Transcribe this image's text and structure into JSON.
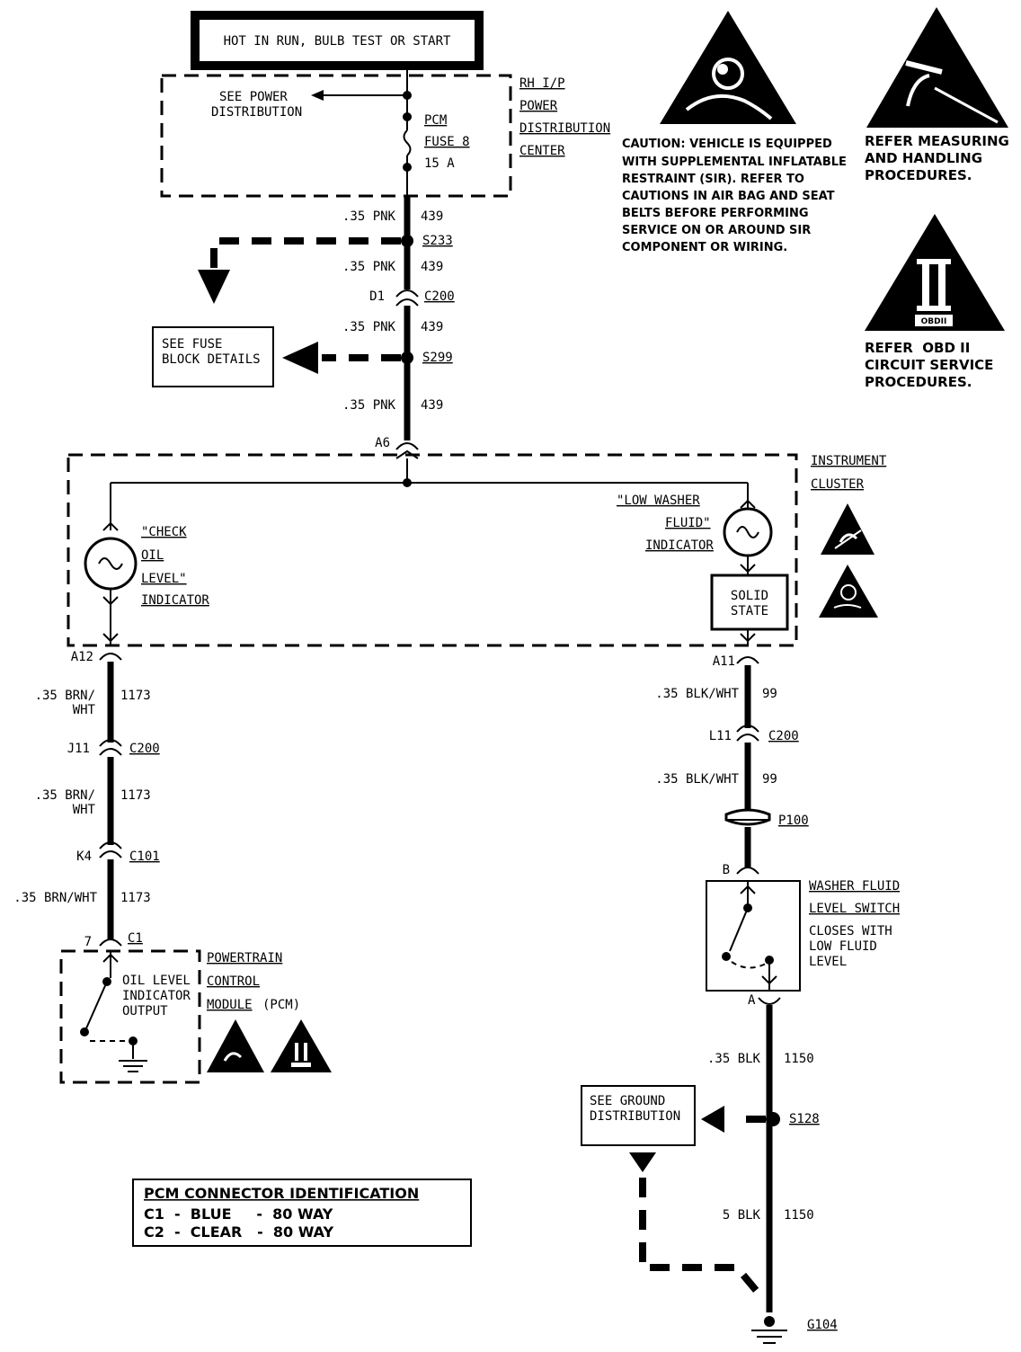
{
  "header": {
    "power_label": "HOT IN RUN, BULB TEST OR START"
  },
  "fuse_block": {
    "see_power_1": "SEE POWER",
    "see_power_2": "DISTRIBUTION",
    "fuse_1": "PCM",
    "fuse_2": "FUSE 8",
    "fuse_3": "15 A",
    "name_1": "RH I/P",
    "name_2": "POWER",
    "name_3": "DISTRIBUTION",
    "name_4": "CENTER"
  },
  "wires": {
    "w439_gauge": ".35 PNK",
    "w439_num": "439",
    "w1173_gauge_a": ".35 BRN/",
    "w1173_gauge_b": "WHT",
    "w1173_gauge_c": ".35 BRN/WHT",
    "w1173_num": "1173",
    "w99_gauge": ".35 BLK/WHT",
    "w99_num": "99",
    "w1150_gauge_a": ".35 BLK",
    "w1150_gauge_b": "5 BLK",
    "w1150_num": "1150"
  },
  "splices": {
    "s233": "S233",
    "s299": "S299",
    "s128": "S128"
  },
  "connectors": {
    "d1": "D1",
    "c200": "C200",
    "a6": "A6",
    "a12": "A12",
    "a11": "A11",
    "j11": "J11",
    "l11": "L11",
    "k4": "K4",
    "c101": "C101",
    "pin7": "7",
    "c1": "C1",
    "p100": "P100",
    "b": "B",
    "a": "A",
    "g104": "G104"
  },
  "fuse_details": {
    "line1": "SEE FUSE",
    "line2": "BLOCK DETAILS"
  },
  "cluster": {
    "name_1": "INSTRUMENT",
    "name_2": "CLUSTER",
    "check_oil_1": "\"CHECK",
    "check_oil_2": "OIL",
    "check_oil_3": "LEVEL\"",
    "check_oil_4": "INDICATOR",
    "low_washer_1": "\"LOW WASHER",
    "low_washer_2": "FLUID\"",
    "low_washer_3": "INDICATOR",
    "solid_1": "SOLID",
    "solid_2": "STATE"
  },
  "pcm": {
    "output_1": "OIL LEVEL",
    "output_2": "INDICATOR",
    "output_3": "OUTPUT",
    "name_1": "POWERTRAIN",
    "name_2": "CONTROL",
    "name_3": "MODULE",
    "name_4": "(PCM)"
  },
  "washer_switch": {
    "name_1": "WASHER FLUID",
    "name_2": "LEVEL SWITCH",
    "desc_1": "CLOSES WITH",
    "desc_2": "LOW FLUID",
    "desc_3": "LEVEL"
  },
  "ground": {
    "line1": "SEE GROUND",
    "line2": "DISTRIBUTION"
  },
  "notes": {
    "sir_1": "CAUTION: VEHICLE IS EQUIPPED",
    "sir_2": "WITH SUPPLEMENTAL INFLATABLE",
    "sir_3": "RESTRAINT (SIR). REFER TO",
    "sir_4": "CAUTIONS IN AIR BAG AND SEAT",
    "sir_5": "BELTS BEFORE PERFORMING",
    "sir_6": "SERVICE ON OR AROUND SIR",
    "sir_7": "COMPONENT OR WIRING.",
    "esd_1": "REFER MEASURING",
    "esd_2": "AND HANDLING",
    "esd_3": "PROCEDURES.",
    "obd_1": "REFER  OBD II",
    "obd_2": "CIRCUIT SERVICE",
    "obd_3": "PROCEDURES.",
    "obd_badge": "OBDII"
  },
  "pcm_connector_id": {
    "title": "PCM CONNECTOR IDENTIFICATION",
    "row1": "C1  -  BLUE     -  80 WAY",
    "row2": "C2  -  CLEAR   -  80 WAY"
  }
}
